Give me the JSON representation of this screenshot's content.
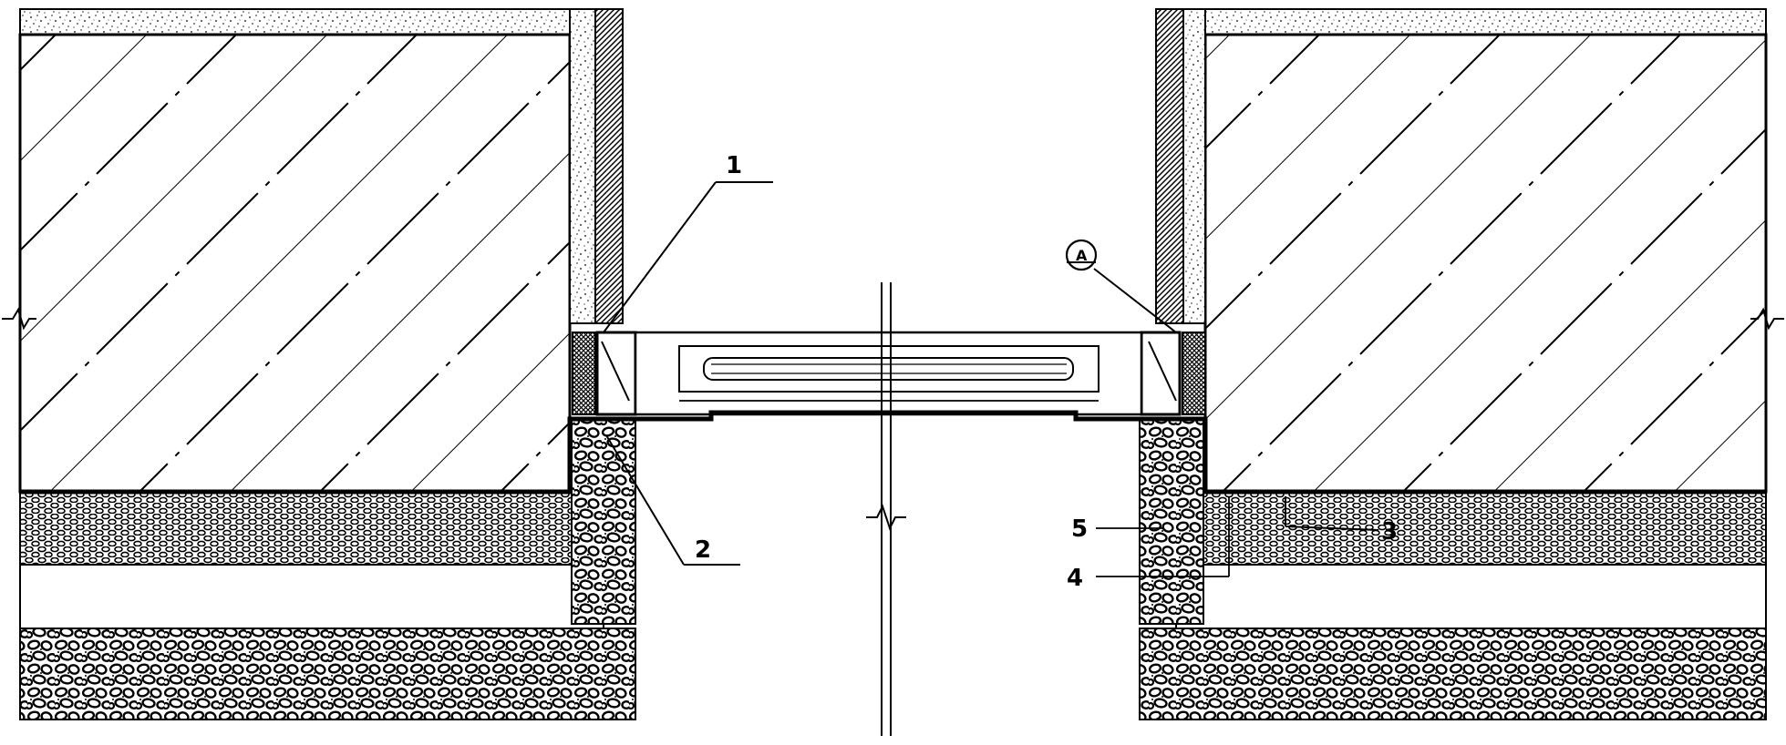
{
  "figure": {
    "callouts": [
      {
        "id": "1",
        "label": "1"
      },
      {
        "id": "2",
        "label": "2"
      },
      {
        "id": "3",
        "label": "3"
      },
      {
        "id": "4",
        "label": "4"
      },
      {
        "id": "5",
        "label": "5"
      }
    ],
    "detail_marker": {
      "label": "A"
    },
    "colors": {
      "ink": "#000000",
      "paper": "#ffffff"
    }
  }
}
